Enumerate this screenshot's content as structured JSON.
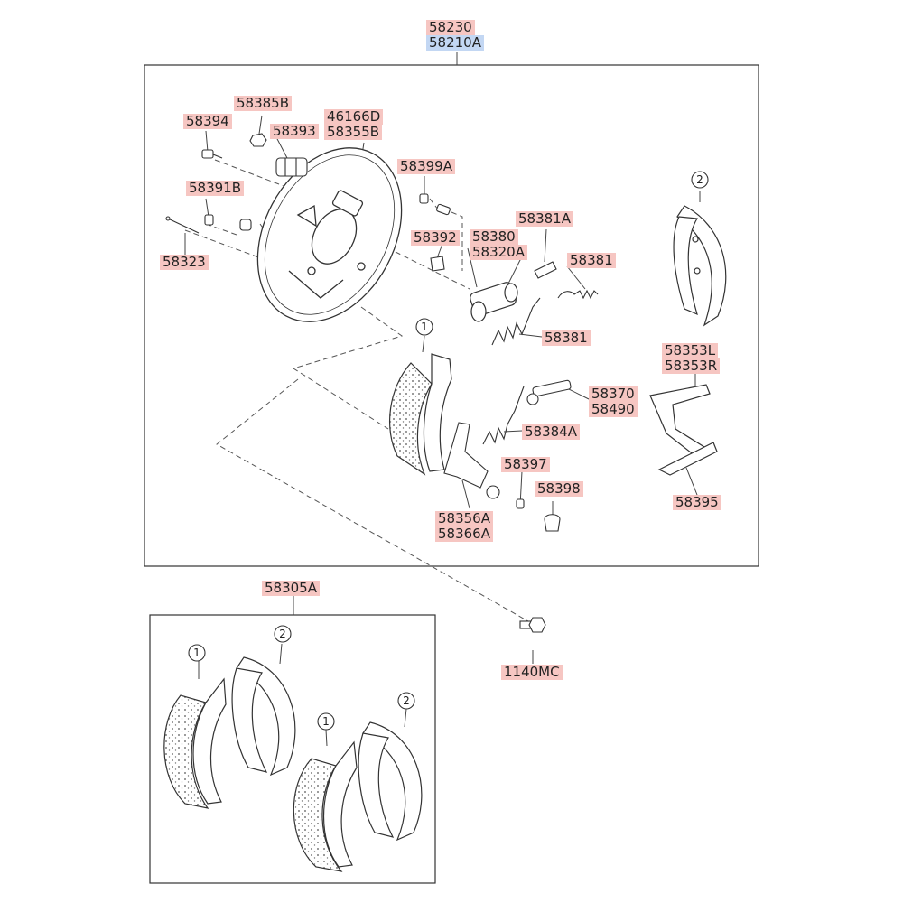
{
  "colors": {
    "label_highlight": "#f6c6c2",
    "label_selected": "#c3d7f3",
    "line": "#333333"
  },
  "top": {
    "part_a": "58230",
    "part_b": "58210A"
  },
  "parts": {
    "p58385b": "58385B",
    "p58394": "58394",
    "p58393": "58393",
    "p46166d": "46166D",
    "p58355b": "58355B",
    "p58399a": "58399A",
    "p58391b": "58391B",
    "p58323": "58323",
    "p58381a": "58381A",
    "p58380": "58380",
    "p58392": "58392",
    "p58320a": "58320A",
    "p58381_upper": "58381",
    "p58381_lower": "58381",
    "p58353l": "58353L",
    "p58353r": "58353R",
    "p58370": "58370",
    "p58490": "58490",
    "p58384a": "58384A",
    "p58397": "58397",
    "p58398": "58398",
    "p58395": "58395",
    "p58356a": "58356A",
    "p58366a": "58366A",
    "p58305a": "58305A",
    "p1140mc": "1140MC"
  },
  "callouts": {
    "one": "1",
    "two": "2"
  }
}
